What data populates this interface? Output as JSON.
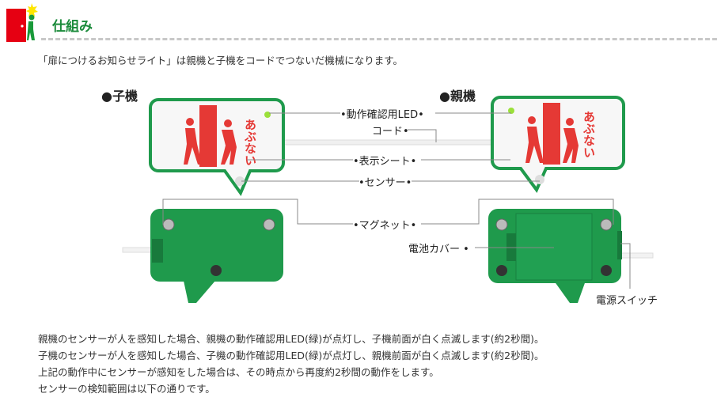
{
  "header": {
    "title": "仕組み",
    "icon": "door-person-icon"
  },
  "intro": "「扉につけるお知らせライト」は親機と子機をコードでつないだ機械になります。",
  "units": {
    "child": "●子機",
    "parent": "●親機"
  },
  "sign_text": "あぶない",
  "labels": {
    "led": "•動作確認用LED•",
    "cord": "コード•",
    "sheet": "•表示シート•",
    "sensor": "•センサー•",
    "magnet": "•マグネット•",
    "battery_cover": "電池カバー •",
    "power_switch": "電源スイッチ"
  },
  "description": [
    "親機のセンサーが人を感知した場合、親機の動作確認用LED(緑)が点灯し、子機前面が白く点滅します(約2秒間)。",
    "子機のセンサーが人を感知した場合、子機の動作確認用LED(緑)が点灯し、親機前面が白く点滅します(約2秒間)。",
    "上記の動作中にセンサーが感知をした場合は、その時点から再度約2秒間の動作をします。",
    "センサーの検知範囲は以下の通りです。"
  ],
  "colors": {
    "title": "#1a8a3a",
    "device": "#1f9a4c",
    "sign_red": "#e53935",
    "led": "#9be03a"
  }
}
